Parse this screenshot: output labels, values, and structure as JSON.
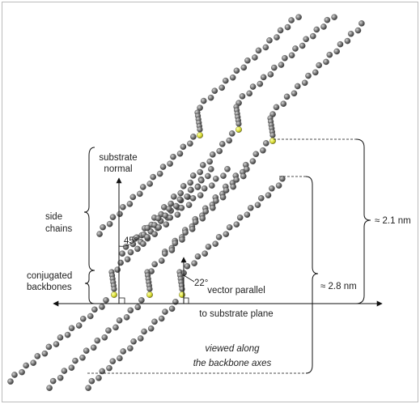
{
  "labels": {
    "substrate_normal_1": "substrate",
    "substrate_normal_2": "normal",
    "side_chains_1": "side",
    "side_chains_2": "chains",
    "conj_1": "conjugated",
    "conj_2": "backbones",
    "angle_45": "45°",
    "angle_22": "22°",
    "vector_1": "vector parallel",
    "vector_2": "to substrate plane",
    "dist_21": "≈ 2.1 nm",
    "dist_28": "≈ 2.8 nm",
    "view_1": "viewed along",
    "view_2": "the backbone axes"
  },
  "colors": {
    "atom": "#6e6e6e",
    "atom_highlight": "#9a9a9a",
    "sulfur": "#e6e84a",
    "line": "#111111",
    "frame": "#bbbbbb"
  }
}
